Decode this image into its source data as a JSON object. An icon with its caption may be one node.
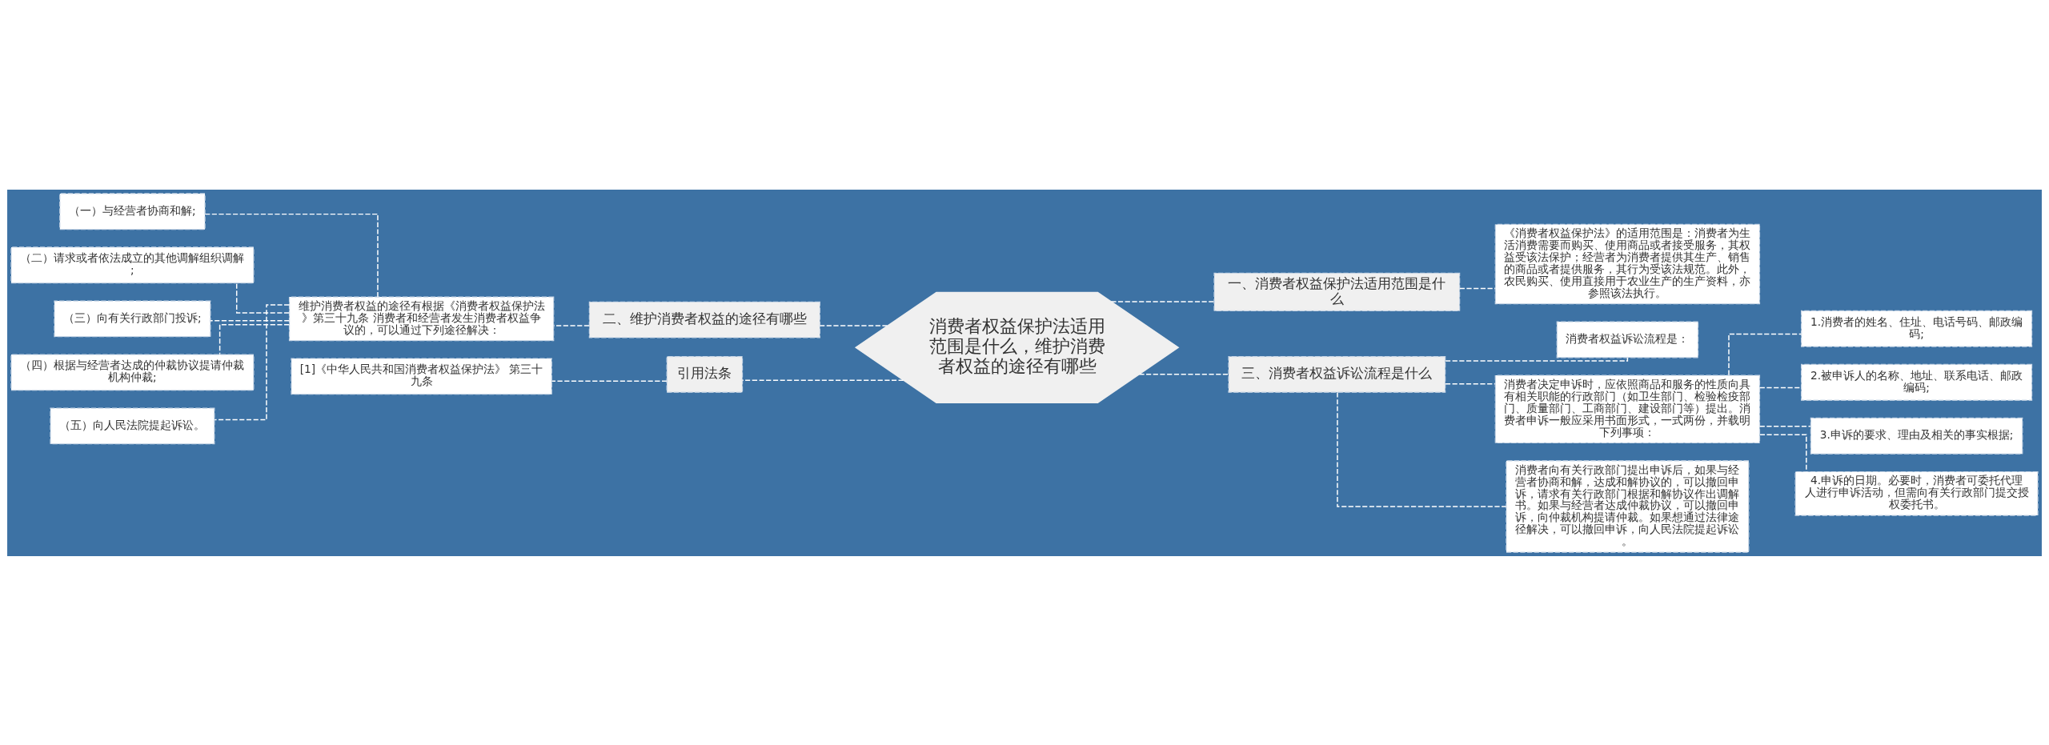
{
  "diagram": {
    "nodes": [
      {
        "text": [
          "消费者权益保护法适用范围是什么，维护消费者权益的途径有哪些"
        ]
      },
      {
        "text": [
          "二、维护消费者权益的途径有哪些"
        ]
      },
      {
        "text": [
          "维护消费者权益的途径有根据《消费者权益保护法》第三十九条 消费者和经营者发生消费者权益争议的，可以通过下列途径解决："
        ]
      },
      {
        "text": [
          "（一）与经营者协商和解;"
        ]
      },
      {
        "text": [
          "（二）请求或者依法成立的其他调解组织调解;"
        ]
      },
      {
        "text": [
          "（三）向有关行政部门投诉;"
        ]
      },
      {
        "text": [
          "（四）根据与经营者达成的仲裁协议提请仲裁机构仲裁;"
        ]
      },
      {
        "text": [
          "（五）向人民法院提起诉讼。"
        ]
      },
      {
        "text": [
          "引用法条"
        ]
      },
      {
        "text": [
          "[1]《中华人民共和国消费者权益保护法》 第三十九条"
        ]
      },
      {
        "text": [
          "一、消费者权益保护法适用范围是什么"
        ]
      },
      {
        "text": [
          "《消费者权益保护法》的适用范围是：消费者为生活消费需要而购买、使用商品或者接受服务，其权益受该法保护；经营者为消费者提供其生产、销售的商品或者提供服务，其行为受该法规范。此外，农民购买、使用直接用于农业生产的生产资料，亦参照该法执行。"
        ]
      },
      {
        "text": [
          "三、消费者权益诉讼流程是什么"
        ]
      },
      {
        "text": [
          "消费者权益诉讼流程是："
        ]
      },
      {
        "text": [
          "消费者决定申诉时，应依照商品和服务的性质向具有相关职能的行政部门（如卫生部门、检验检疫部门、质量部门、工商部门、建设部门等）提出。消费者申诉一般应采用书面形式，一式两份，并载明下列事项："
        ]
      },
      {
        "text": [
          "1.消费者的姓名、住址、电话号码、邮政编码;"
        ]
      },
      {
        "text": [
          "2.被申诉人的名称、地址、联系电话、邮政编码;"
        ]
      },
      {
        "text": [
          "3.申诉的要求、理由及相关的事实根据;"
        ]
      },
      {
        "text": [
          "4.申诉的日期。必要时，消费者可委托代理人进行申诉活动，但需向有关行政部门提交授权委托书。"
        ]
      },
      {
        "text": [
          "消费者向有关行政部门提出申诉后，如果与经营者协商和解，达成和解协议的，可以撤回申诉，请求有关行政部门根据和解协议作出调解书。如果与经营者达成仲裁协议，可以撤回申诉，向仲裁机构提请仲裁。如果想通过法律途径解决，可以撤回申诉，向人民法院提起诉讼。"
        ]
      }
    ],
    "edges": [
      {
        "from": 0,
        "to": 1,
        "arrow": "none"
      },
      {
        "from": 1,
        "to": 2,
        "arrow": "none"
      },
      {
        "from": 2,
        "to": 3,
        "arrow": "none"
      },
      {
        "from": 2,
        "to": 4,
        "arrow": "none"
      },
      {
        "from": 2,
        "to": 5,
        "arrow": "none"
      },
      {
        "from": 2,
        "to": 6,
        "arrow": "none"
      },
      {
        "from": 2,
        "to": 7,
        "arrow": "none"
      },
      {
        "from": 0,
        "to": 8,
        "arrow": "none"
      },
      {
        "from": 8,
        "to": 9,
        "arrow": "none"
      },
      {
        "from": 0,
        "to": 10,
        "arrow": "none"
      },
      {
        "from": 10,
        "to": 11,
        "arrow": "none"
      },
      {
        "from": 0,
        "to": 12,
        "arrow": "none"
      },
      {
        "from": 12,
        "to": 13,
        "arrow": "none"
      },
      {
        "from": 12,
        "to": 14,
        "arrow": "none"
      },
      {
        "from": 12,
        "to": 19,
        "arrow": "none"
      },
      {
        "from": 14,
        "to": 15,
        "arrow": "none"
      },
      {
        "from": 14,
        "to": 16,
        "arrow": "none"
      },
      {
        "from": 14,
        "to": 17,
        "arrow": "none"
      },
      {
        "from": 14,
        "to": 18,
        "arrow": "none"
      }
    ]
  }
}
